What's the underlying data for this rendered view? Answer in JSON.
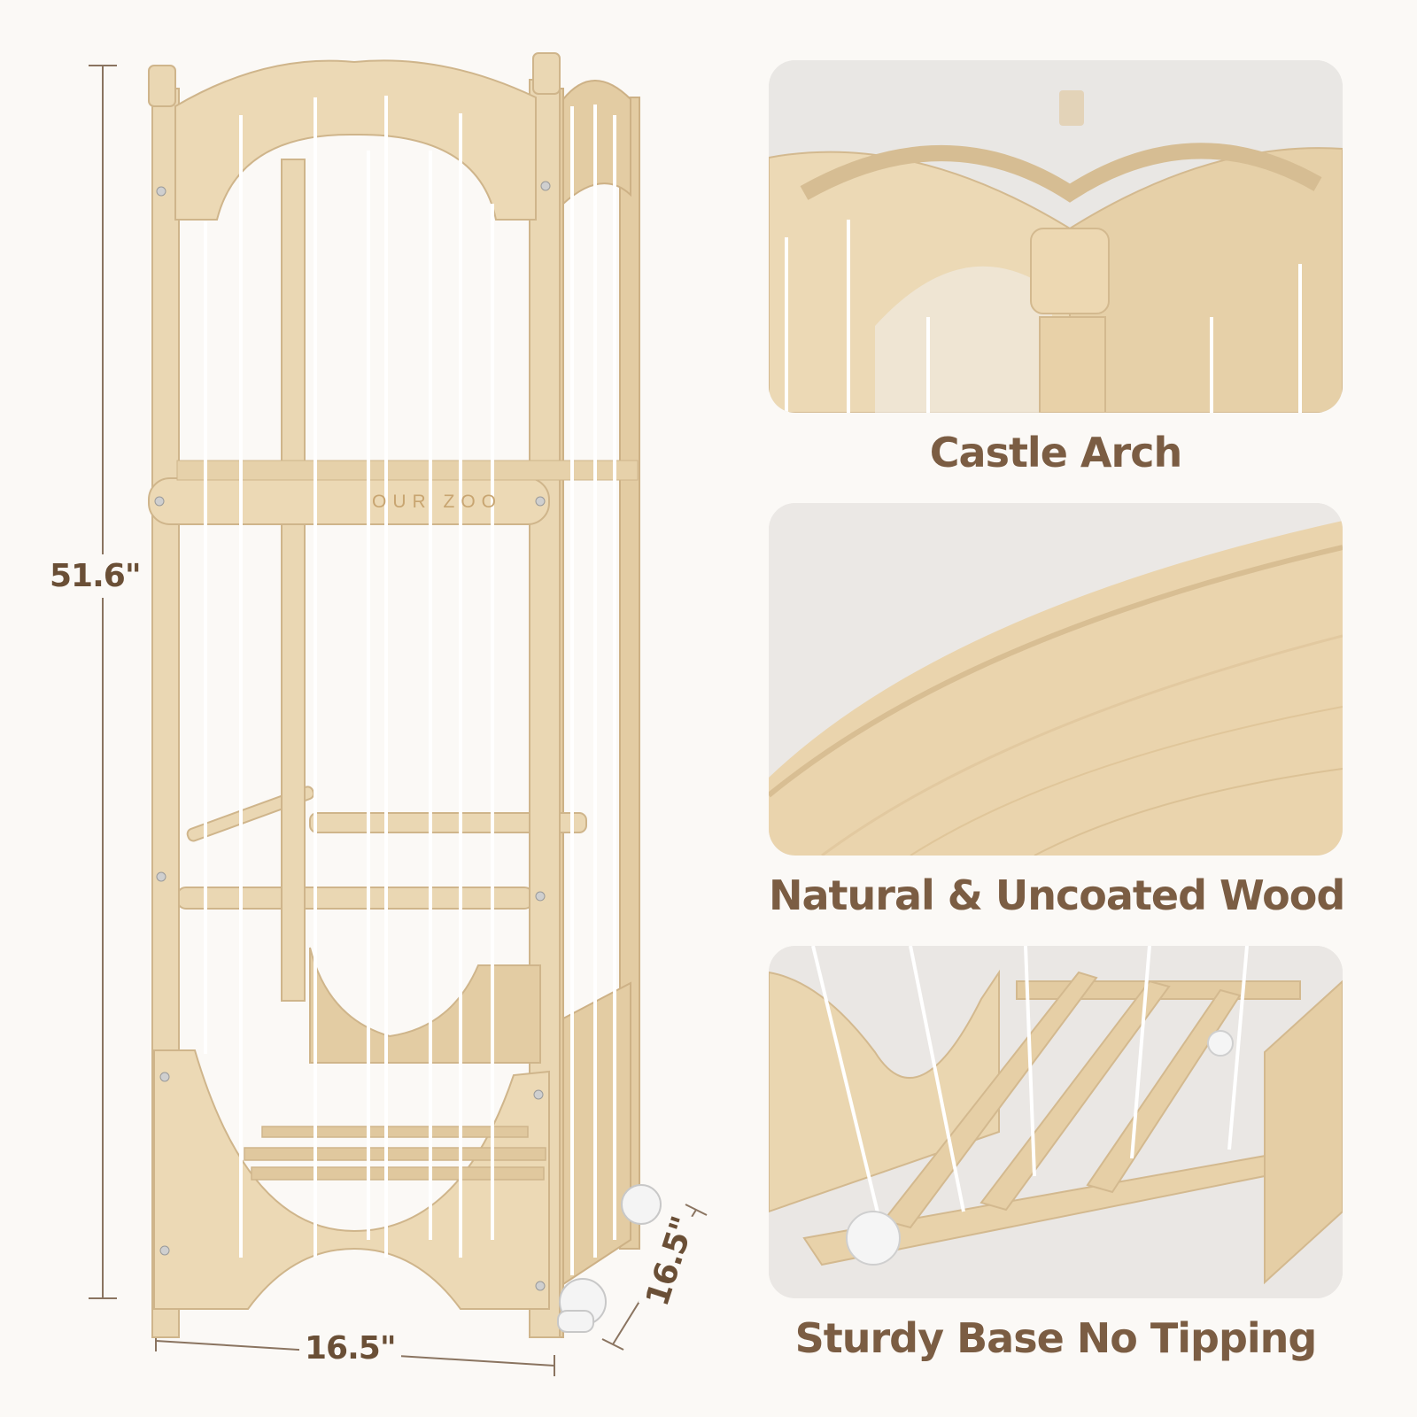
{
  "product": {
    "brand_engraving": "OUR ZOO",
    "height_label": "51.6\"",
    "width_label": "16.5\"",
    "depth_label": "16.5\""
  },
  "features": [
    {
      "caption": "Castle Arch"
    },
    {
      "caption": "Natural & Uncoated Wood"
    },
    {
      "caption": "Sturdy Base No Tipping"
    }
  ],
  "colors": {
    "wood": "#ead7b3",
    "wood_dark": "#d9c298",
    "text": "#7b5d43",
    "background": "#fbf9f6"
  }
}
